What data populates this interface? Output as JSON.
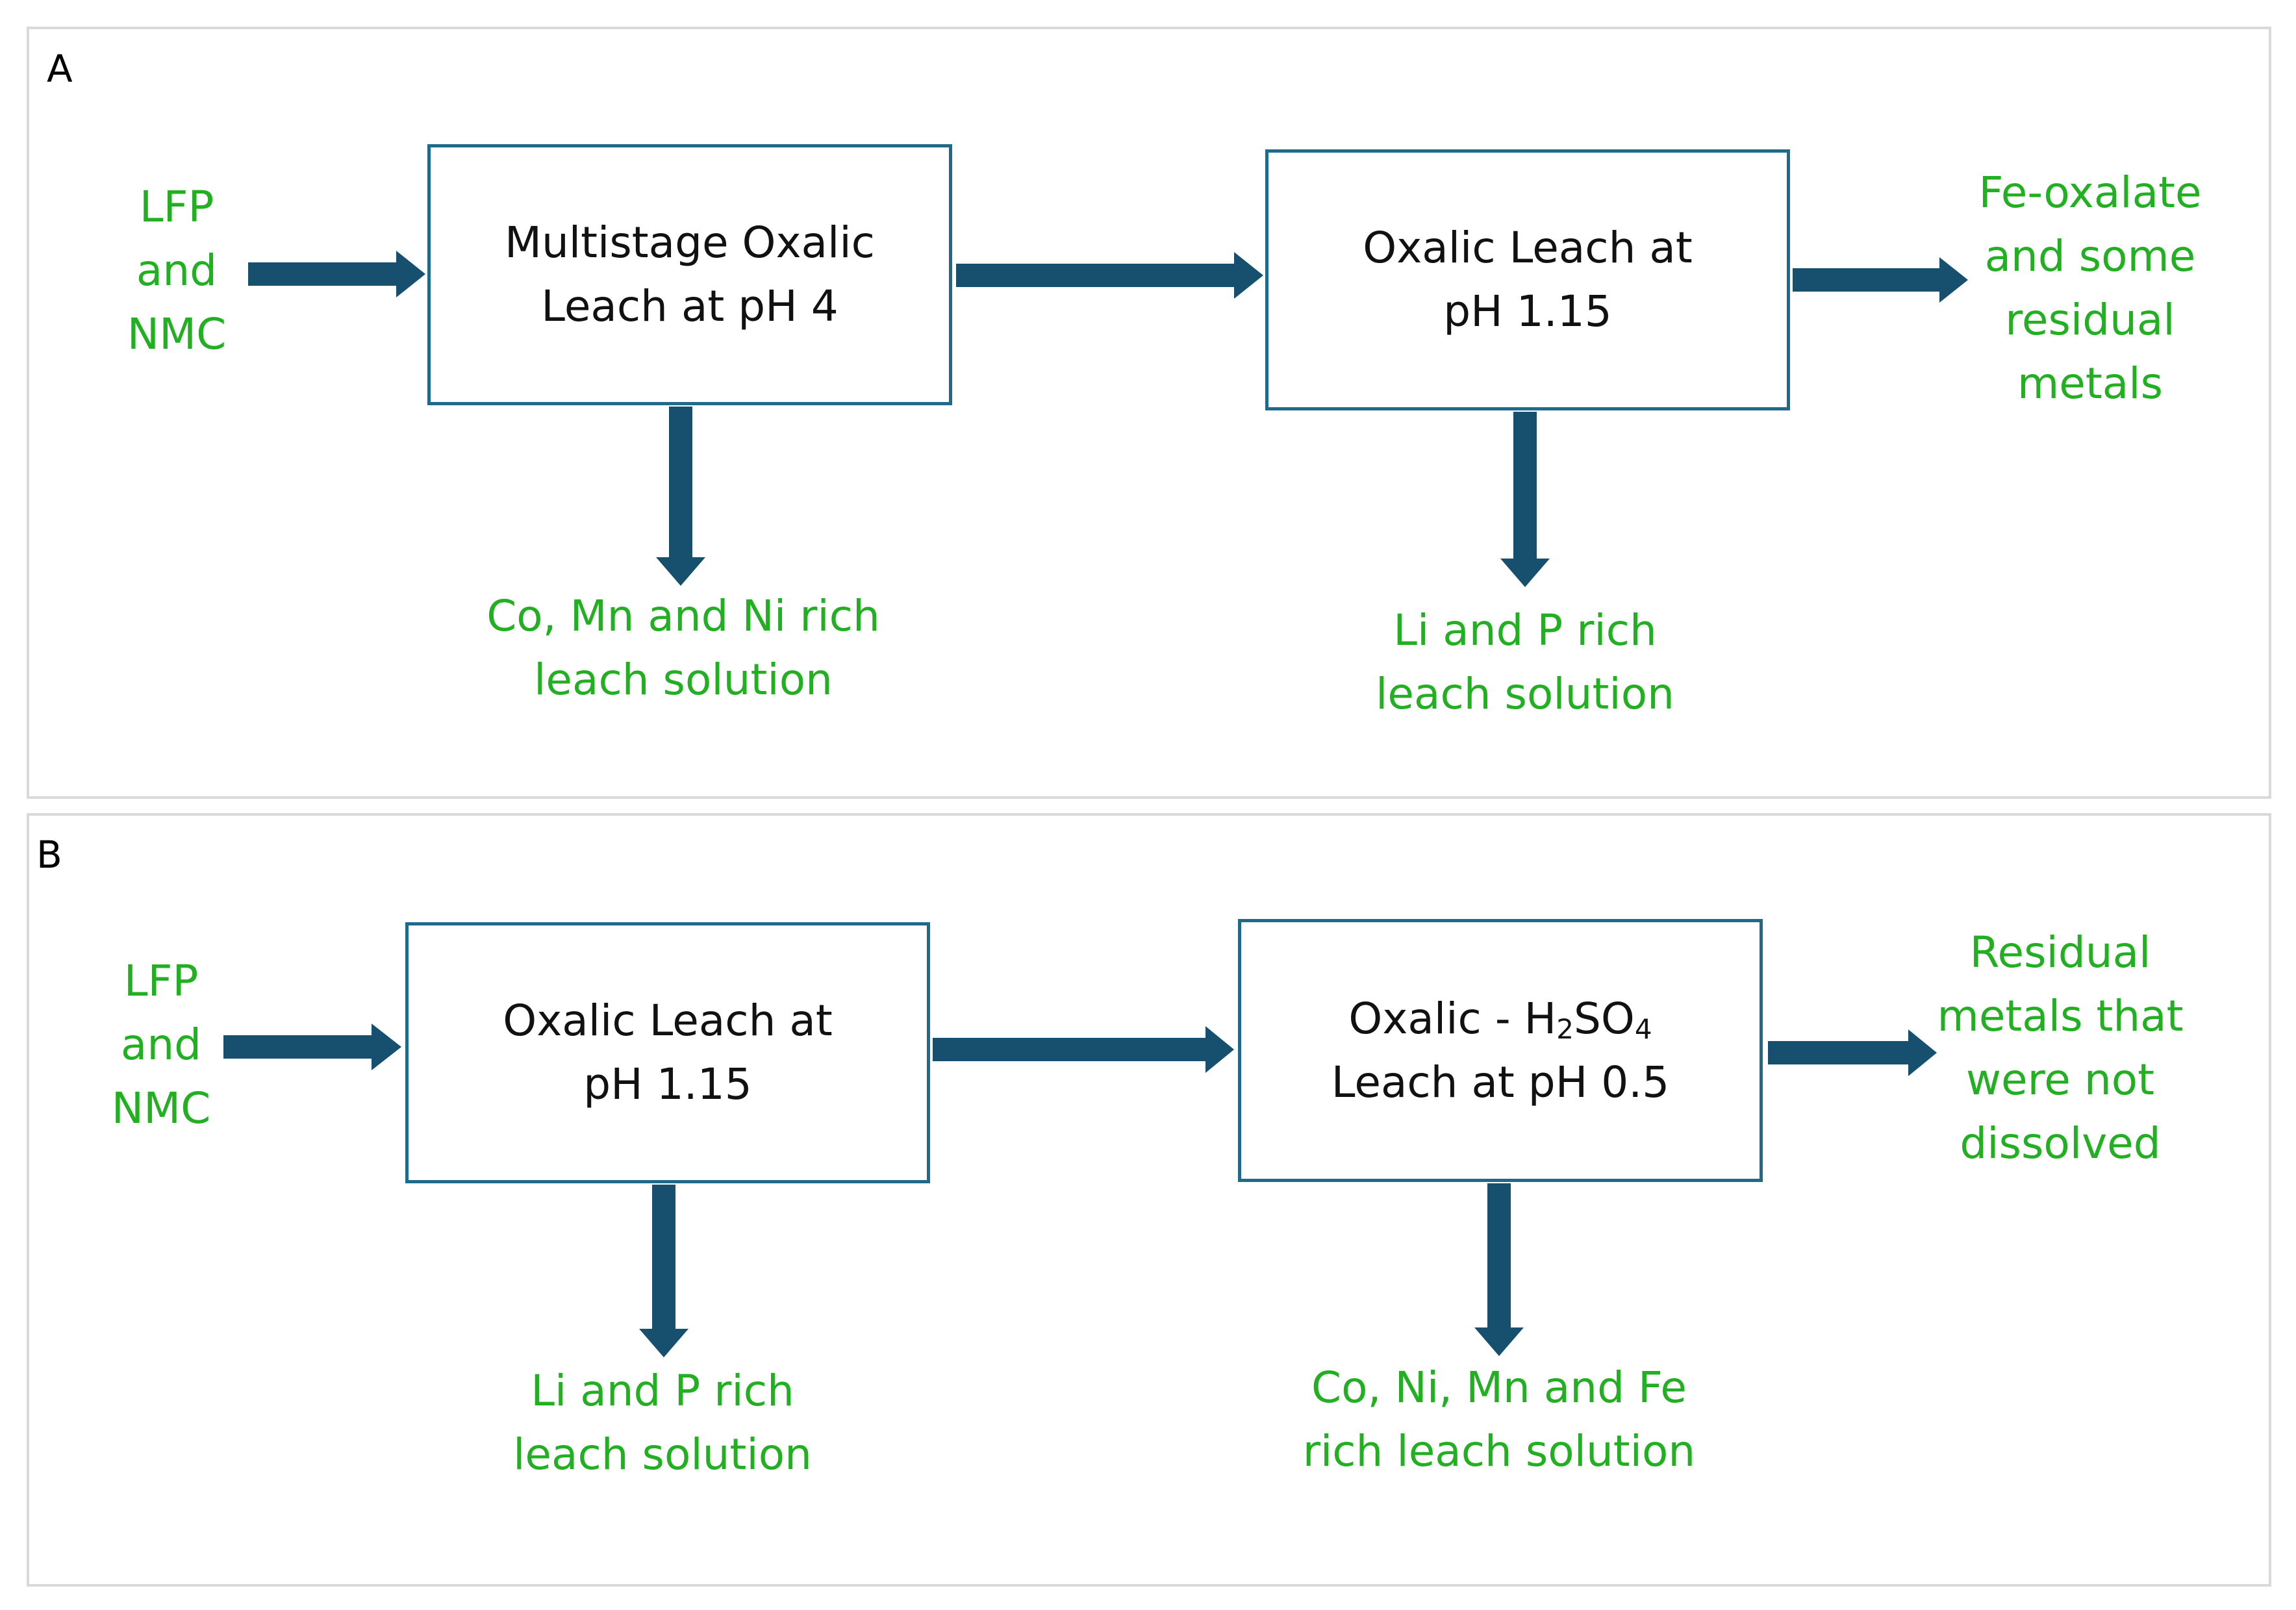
{
  "panels": {
    "a": {
      "label": "A",
      "input": [
        "LFP",
        "and",
        "NMC"
      ],
      "box1": [
        "Multistage Oxalic",
        "Leach at pH 4"
      ],
      "box2": [
        "Oxalic Leach at",
        "pH 1.15"
      ],
      "out1": [
        "Co, Mn and Ni rich",
        "leach solution"
      ],
      "out2": [
        "Li and P rich",
        "leach solution"
      ],
      "final": [
        "Fe-oxalate",
        "and some",
        "residual",
        "metals"
      ]
    },
    "b": {
      "label": "B",
      "input": [
        "LFP",
        "and",
        "NMC"
      ],
      "box1": [
        "Oxalic Leach at",
        "pH 1.15"
      ],
      "box2_line1_pre": "Oxalic - H",
      "box2_sub1": "2",
      "box2_mid": "SO",
      "box2_sub2": "4",
      "box2_line2": "Leach at pH 0.5",
      "out1": [
        "Li and P rich",
        "leach solution"
      ],
      "out2": [
        "Co, Ni, Mn and Fe",
        "rich leach solution"
      ],
      "final": [
        "Residual",
        "metals that",
        "were not",
        "dissolved"
      ]
    }
  },
  "colors": {
    "arrow": "#17506e",
    "box_border": "#1f6a8a",
    "green_text": "#22b022"
  }
}
